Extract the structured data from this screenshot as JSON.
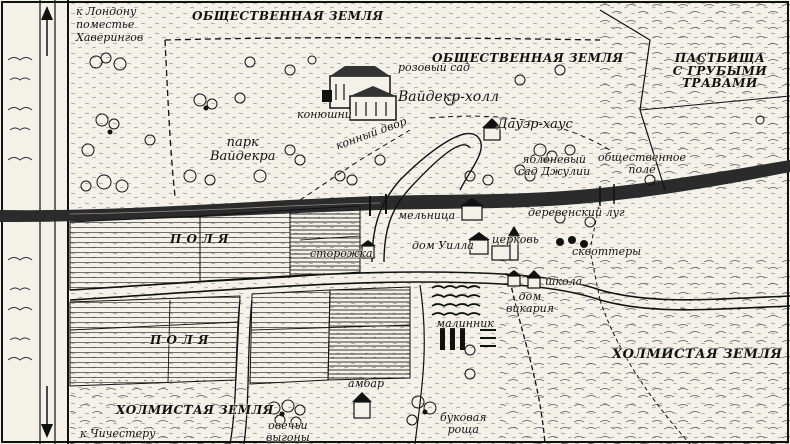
{
  "labels": {
    "to_london": "к Лондону",
    "estate": "поместье",
    "estate_name": "Хаверингов",
    "common_land_1": "ОБЩЕСТВЕННАЯ ЗЕМЛЯ",
    "common_land_2": "ОБЩЕСТВЕННАЯ ЗЕМЛЯ",
    "pastures_1": "ПАСТБИЩА",
    "pastures_2": "С ГРУБЫМИ",
    "pastures_3": "ТРАВАМИ",
    "rose_garden": "розовый сад",
    "hall": "Вайдекр-холл",
    "stables": "конюшни",
    "stable_yard": "конный двор",
    "dower_house": "Дауэр-хаус",
    "park_1": "парк",
    "park_2": "Вайдекра",
    "orchard_1": "яблоневый",
    "orchard_2": "сад Джулии",
    "common_field_1": "общественное",
    "common_field_2": "поле",
    "fields_1": "П О Л Я",
    "fields_2": "П О Л Я",
    "mill": "мельница",
    "village_green": "деревенский луг",
    "gatehouse": "сторожка",
    "wills_house": "дом Уилла",
    "church": "церковь",
    "squatters": "сквоттеры",
    "school": "школа",
    "vicarage_1": "дом",
    "vicarage_2": "викария",
    "raspberry": "малинник",
    "hilly_land_1": "ХОЛМИСТАЯ ЗЕМЛЯ",
    "hilly_land_2": "ХОЛМИСТАЯ ЗЕМЛЯ",
    "barn": "амбар",
    "beech_1": "буковая",
    "beech_2": "роща",
    "sheep_1": "овечьи",
    "sheep_2": "выгоны",
    "to_chichester": "к Чичестеру"
  },
  "colors": {
    "ink": "#111111",
    "paper": "#f4f1e8",
    "water": "#2b2b2b"
  },
  "icons": [
    "arrow-up-icon",
    "arrow-down-icon",
    "tree-icon",
    "house-icon",
    "church-icon"
  ]
}
